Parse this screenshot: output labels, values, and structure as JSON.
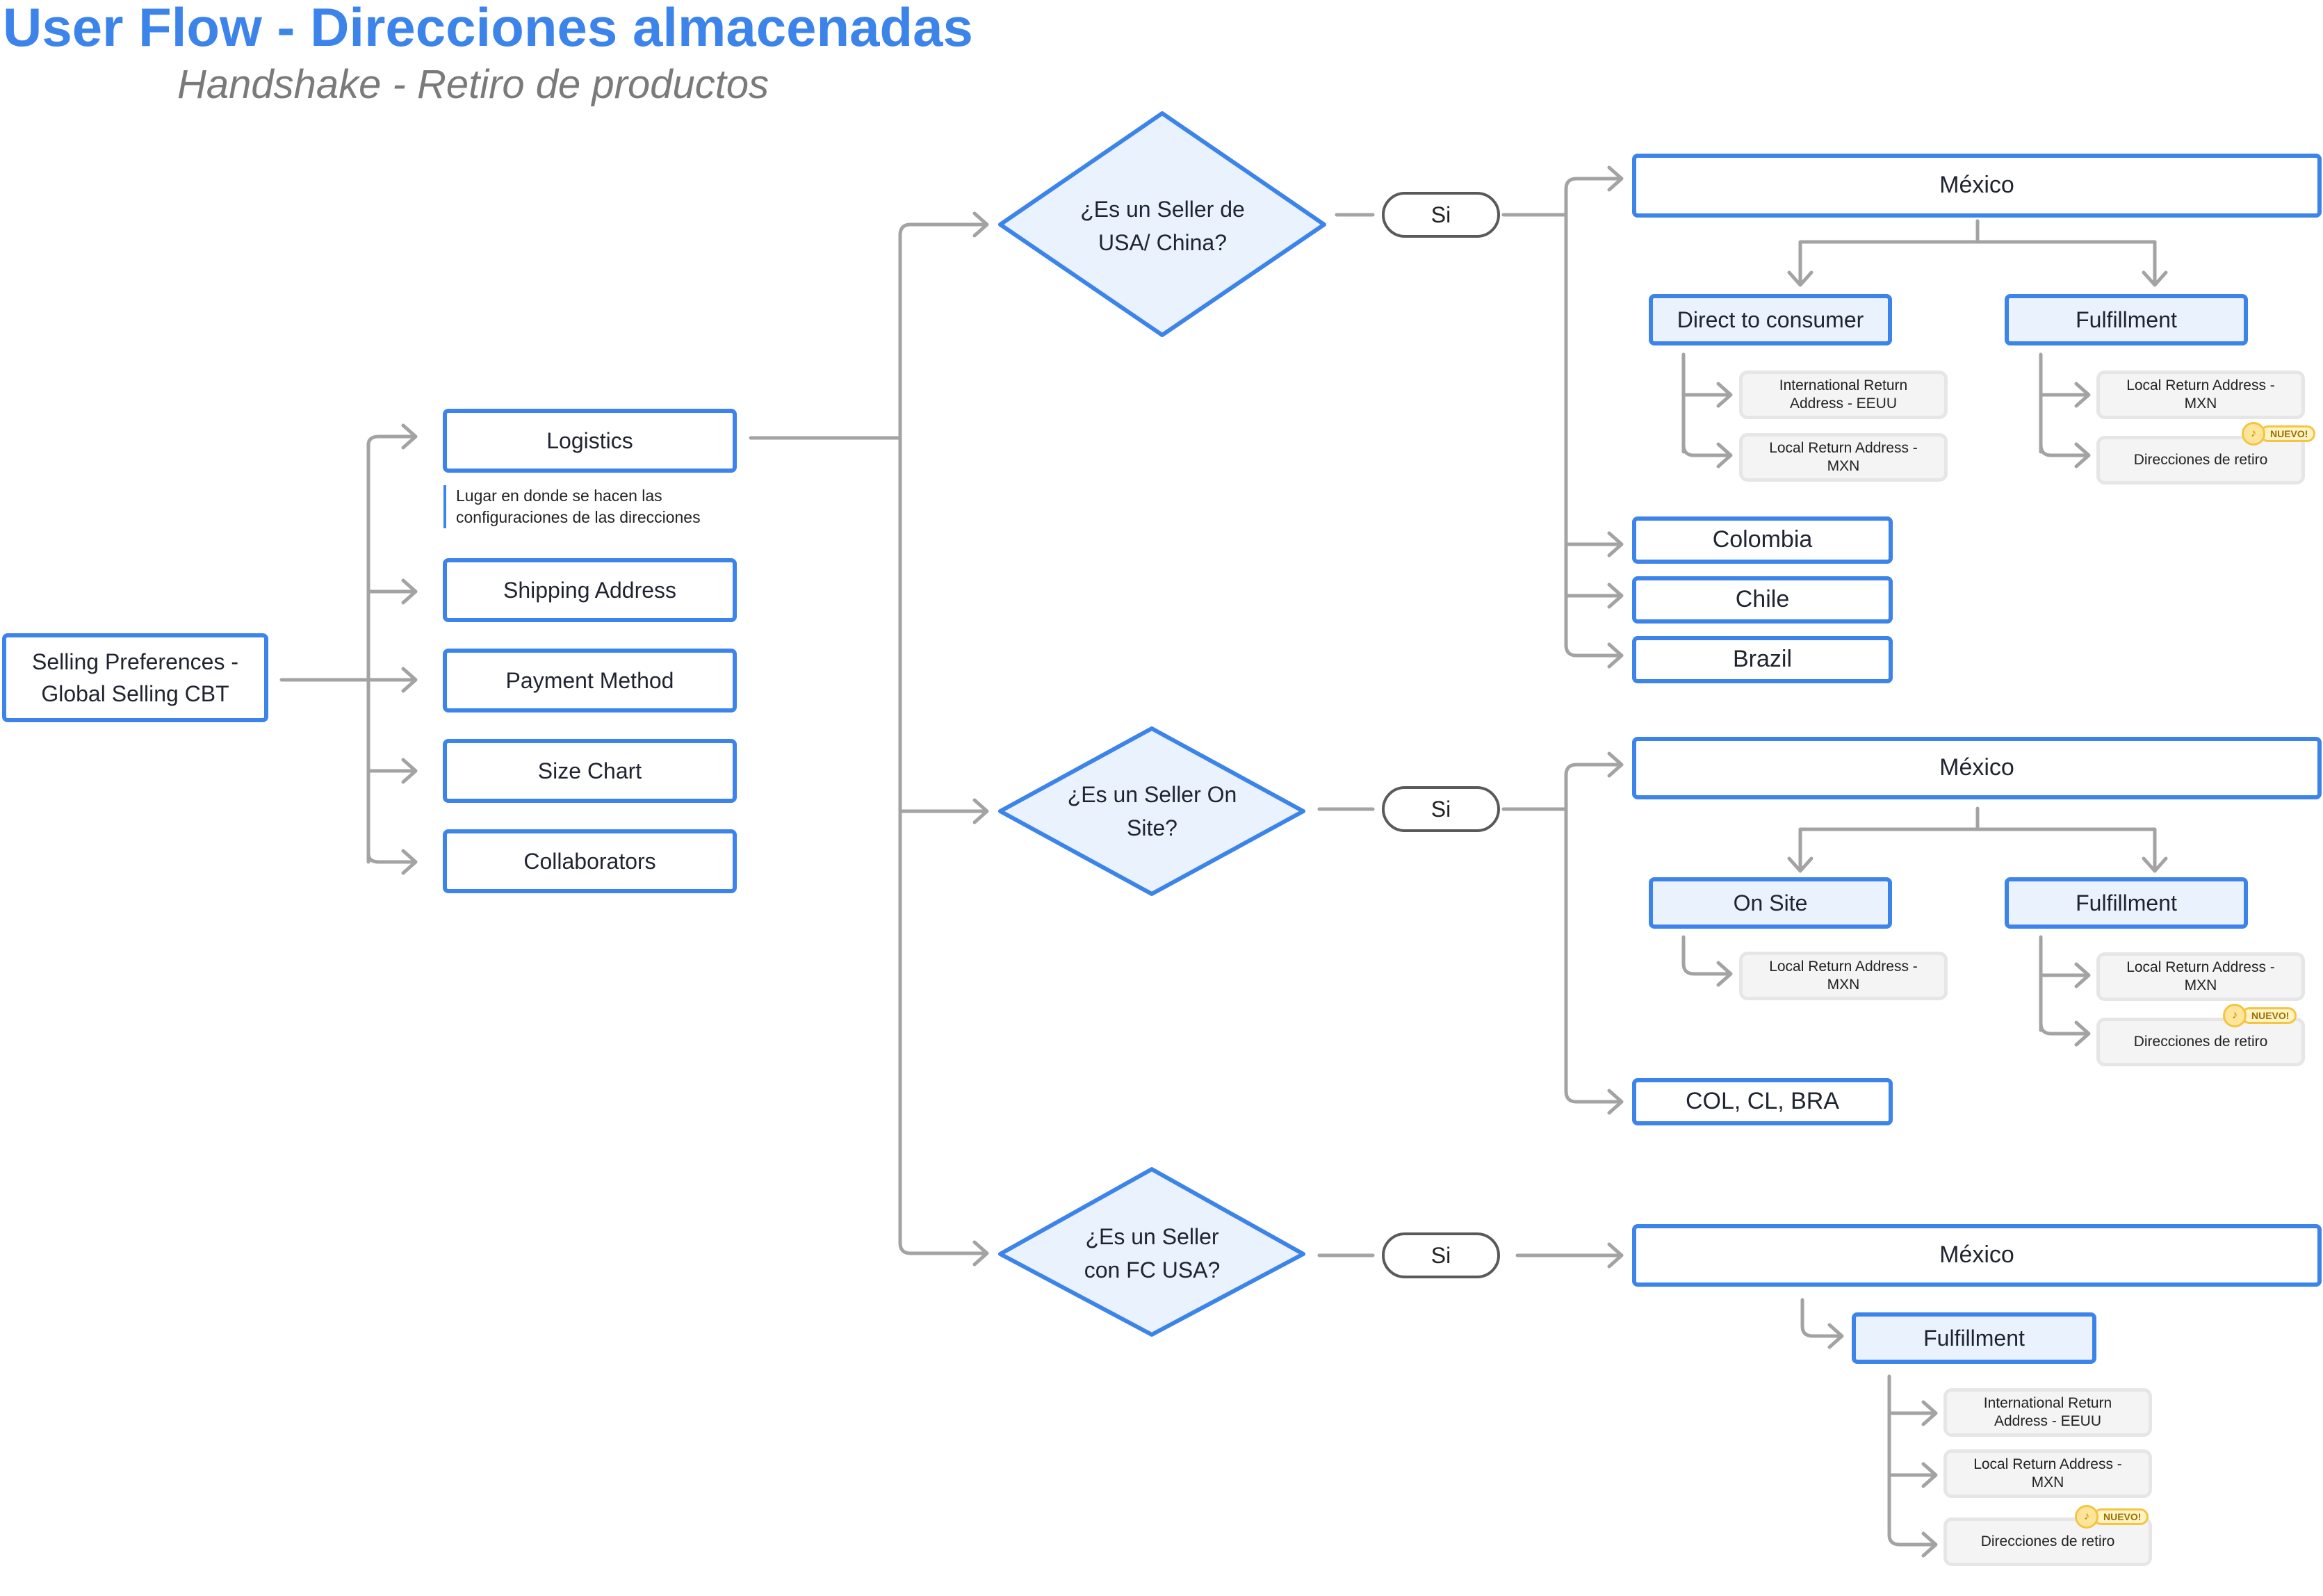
{
  "title": "User Flow - Direcciones almacenadas",
  "subtitle": "Handshake - Retiro de productos",
  "root": "Selling Preferences - Global Selling CBT",
  "menu": {
    "logistics": "Logistics",
    "logistics_note": "Lugar en donde se hacen las configuraciones de las direcciones",
    "shipping": "Shipping Address",
    "payment": "Payment Method",
    "size": "Size Chart",
    "collaborators": "Collaborators"
  },
  "questions": {
    "q1": "¿Es un Seller de USA/ China?",
    "q2": "¿Es un Seller On Site?",
    "q3": "¿Es un Seller con FC USA?"
  },
  "answer": "Si",
  "badge_text": "NUEVO!",
  "branch1": {
    "mexico": "México",
    "dtc": "Direct to consumer",
    "dtc_items": [
      "International Return Address - EEUU",
      "Local Return Address - MXN"
    ],
    "fulfillment": "Fulfillment",
    "ff_items": [
      "Local Return Address - MXN",
      "Direcciones de retiro"
    ],
    "countries": [
      "Colombia",
      "Chile",
      "Brazil"
    ]
  },
  "branch2": {
    "mexico": "México",
    "onsite": "On Site",
    "onsite_items": [
      "Local Return Address - MXN"
    ],
    "fulfillment": "Fulfillment",
    "ff_items": [
      "Local Return Address - MXN",
      "Direcciones de retiro"
    ],
    "others": "COL, CL, BRA"
  },
  "branch3": {
    "mexico": "México",
    "fulfillment": "Fulfillment",
    "ff_items": [
      "International Return Address - EEUU",
      "Local Return Address - MXN",
      "Direcciones de retiro"
    ]
  },
  "colors": {
    "accent": "#3c84ea",
    "node_fill_light": "#e9f2fd",
    "connector": "#a3a3a3",
    "sub_item_fill": "#f4f4f4",
    "badge": "#f4c542"
  }
}
